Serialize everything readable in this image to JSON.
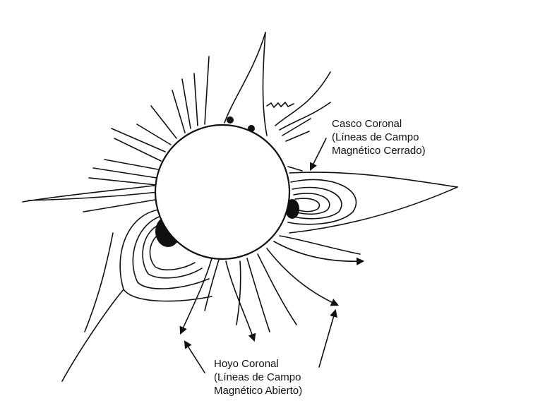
{
  "labels": {
    "coronal_helmet": {
      "line1": "Casco Coronal",
      "line2": "(Líneas de Campo",
      "line3": "Magnético Cerrado)"
    },
    "coronal_hole": {
      "line1": "Hoyo Coronal",
      "line2": "(Líneas de Campo",
      "line3": "Magnético Abierto)"
    }
  },
  "colors": {
    "ink": "#111111",
    "background": "#ffffff"
  }
}
